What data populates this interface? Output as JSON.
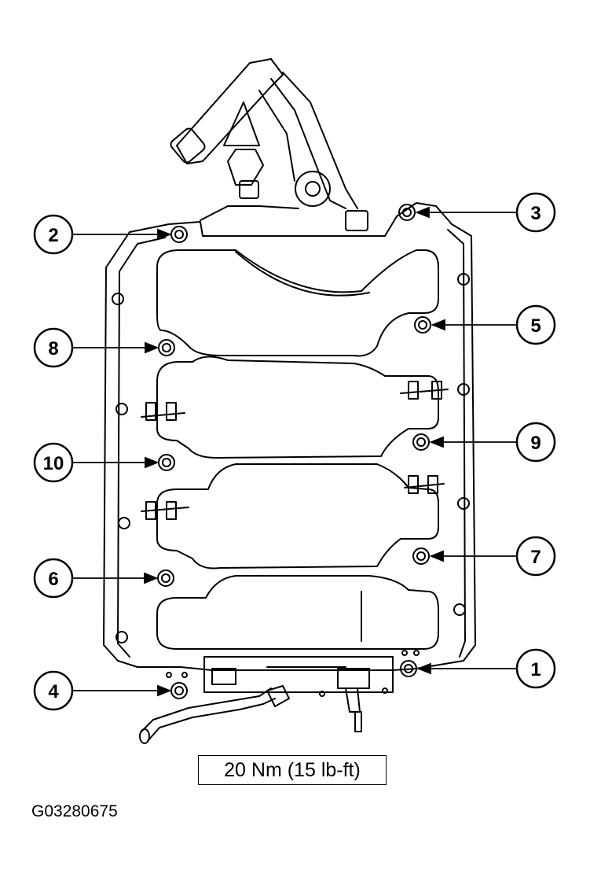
{
  "torque_spec": "20 Nm (15 lb-ft)",
  "figure_id": "G03280675",
  "callouts": [
    {
      "number": "1"
    },
    {
      "number": "2"
    },
    {
      "number": "3"
    },
    {
      "number": "4"
    },
    {
      "number": "5"
    },
    {
      "number": "6"
    },
    {
      "number": "7"
    },
    {
      "number": "8"
    },
    {
      "number": "9"
    },
    {
      "number": "10"
    }
  ]
}
